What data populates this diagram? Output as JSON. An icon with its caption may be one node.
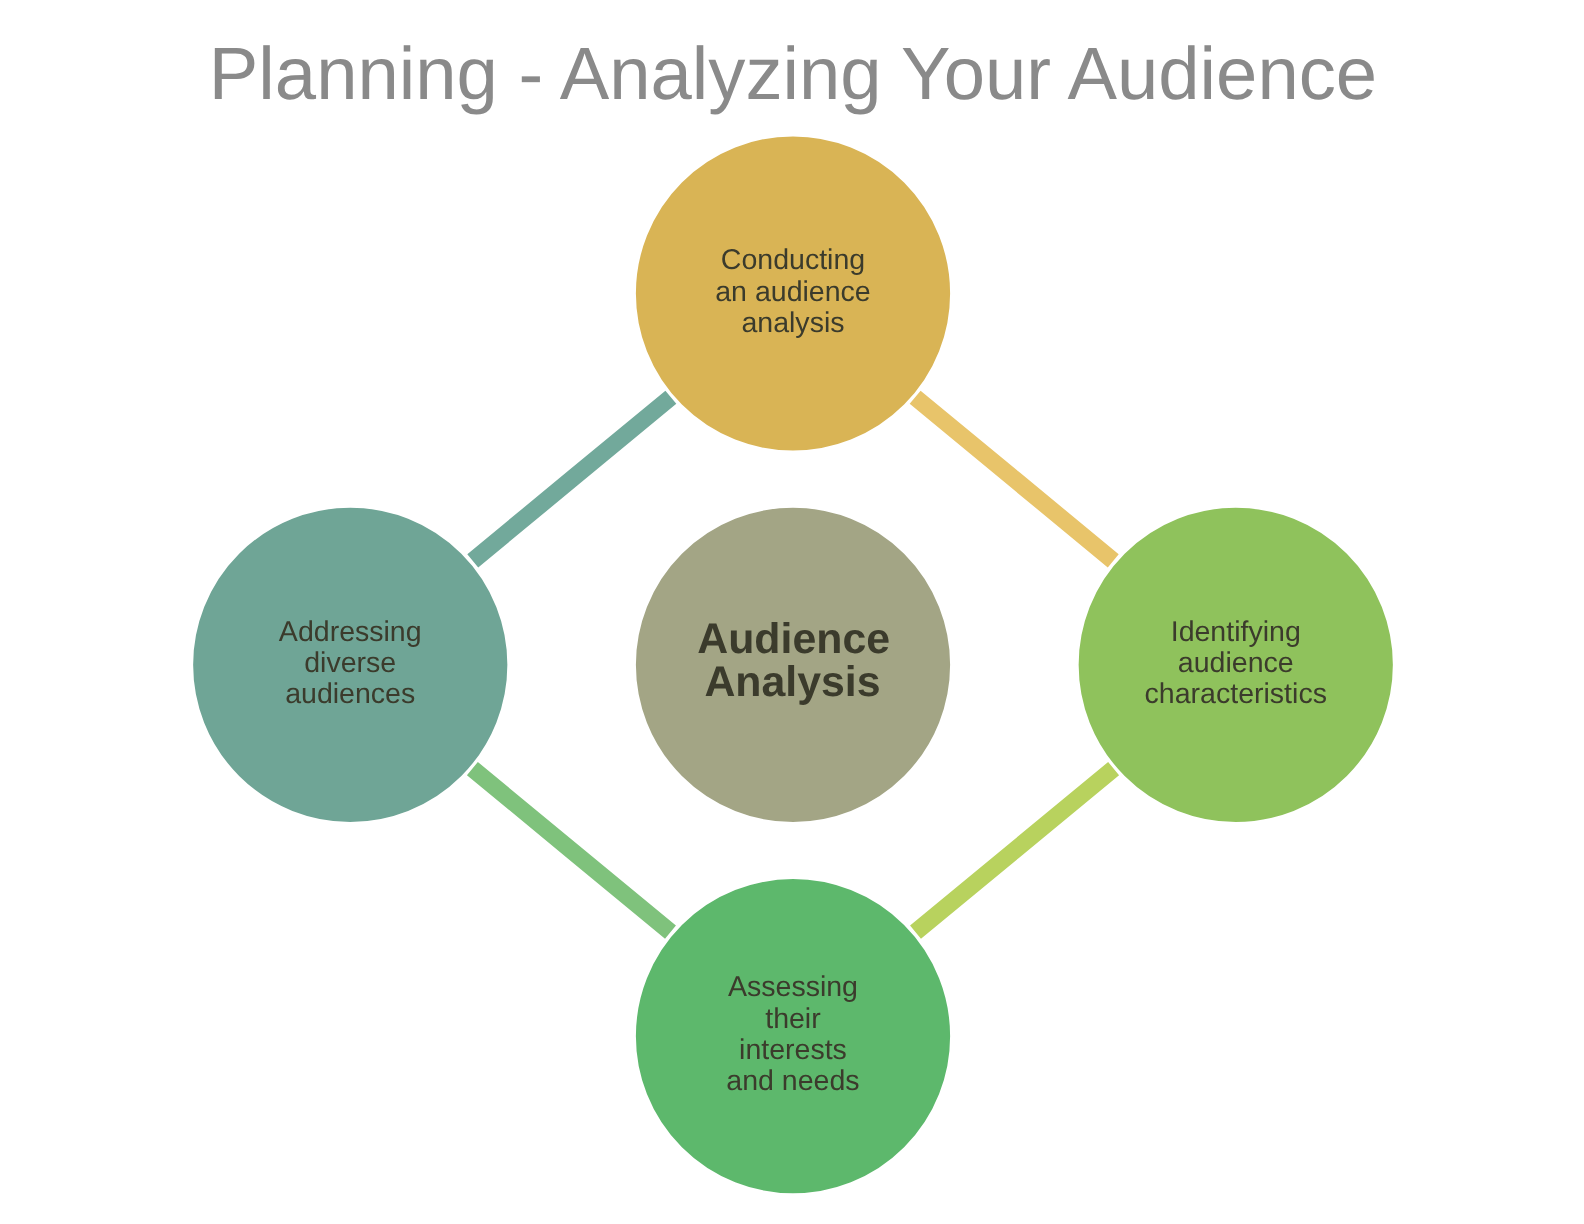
{
  "diagram": {
    "title": "Planning - Analyzing Your Audience",
    "nodes": [
      {
        "text": [
          "Conducting an audience analysis"
        ]
      },
      {
        "text": [
          "Addressing diverse audiences"
        ]
      },
      {
        "text": [
          "Audience Analysis"
        ]
      },
      {
        "text": [
          "Identifying audience characteristics"
        ]
      },
      {
        "text": [
          "Assessing their interests and needs"
        ]
      }
    ],
    "edges": [
      {
        "from": 0,
        "to": 3,
        "arrow": "none",
        "color": "#e8c46a"
      },
      {
        "from": 3,
        "to": 4,
        "arrow": "none",
        "color": "#b8d25e"
      },
      {
        "from": 4,
        "to": 1,
        "arrow": "none",
        "color": "#7fc27c"
      },
      {
        "from": 1,
        "to": 0,
        "arrow": "none",
        "color": "#72a99b"
      }
    ]
  }
}
